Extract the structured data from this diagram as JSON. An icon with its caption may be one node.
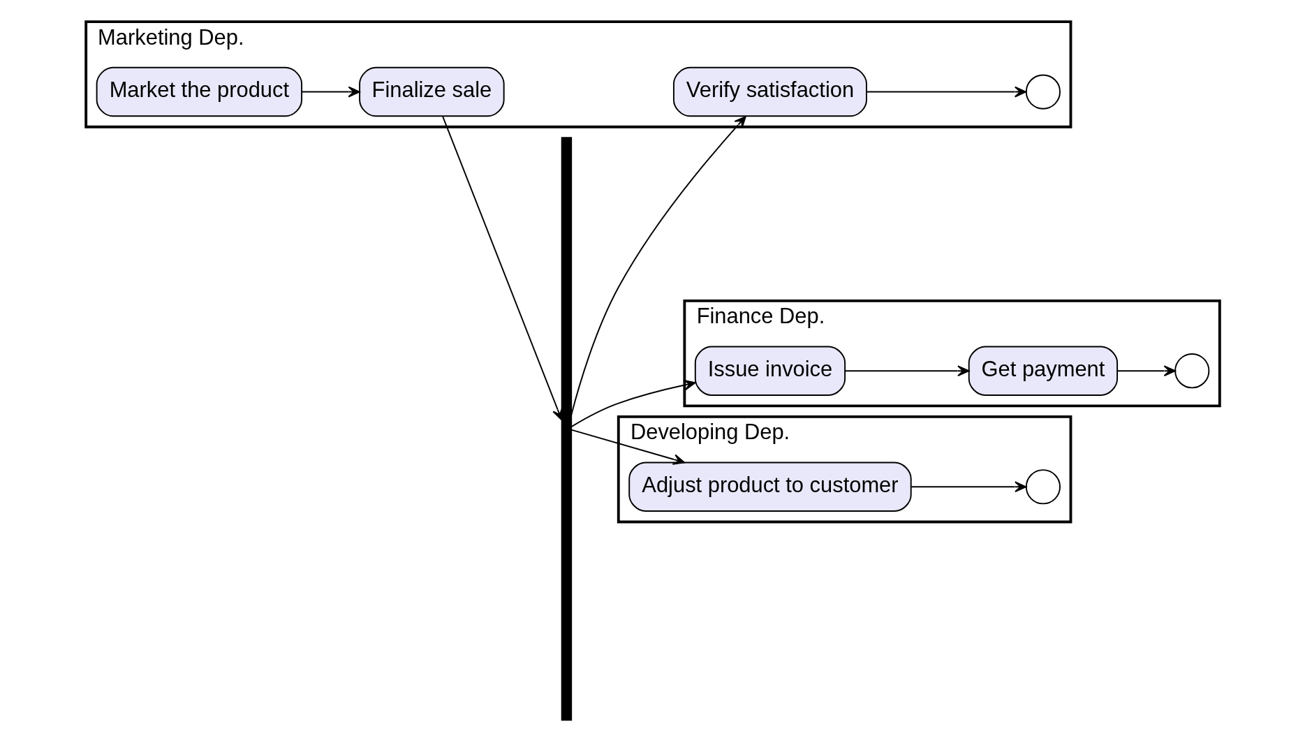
{
  "diagram": {
    "nodes": [
      {
        "text": [
          "Marketing Dep."
        ]
      },
      {
        "text": [
          "Finance Dep."
        ]
      },
      {
        "text": [
          "Developing Dep."
        ]
      },
      {
        "text": [
          "Market the product"
        ],
        "in": 0
      },
      {
        "text": [
          "Finalize sale"
        ],
        "in": 0
      },
      {
        "text": [
          "Verify satisfaction"
        ],
        "in": 0
      },
      {
        "text": [],
        "shape": "circle",
        "in": 0
      },
      {
        "text": [
          "Issue invoice"
        ],
        "in": 1
      },
      {
        "text": [
          "Get payment"
        ],
        "in": 1
      },
      {
        "text": [],
        "shape": "circle",
        "in": 1
      },
      {
        "text": [
          "Adjust product to customer"
        ],
        "in": 2
      },
      {
        "text": [],
        "shape": "circle",
        "in": 2
      },
      {
        "text": [],
        "shape": "bar"
      }
    ],
    "edges": [
      {
        "from": 3,
        "to": 4,
        "arrow": "to"
      },
      {
        "from": 4,
        "to": 12,
        "arrow": "to"
      },
      {
        "from": 12,
        "to": 5,
        "arrow": "to"
      },
      {
        "from": 5,
        "to": 6,
        "arrow": "to"
      },
      {
        "from": 12,
        "to": 7,
        "arrow": "to"
      },
      {
        "from": 7,
        "to": 8,
        "arrow": "to"
      },
      {
        "from": 8,
        "to": 9,
        "arrow": "to"
      },
      {
        "from": 12,
        "to": 10,
        "arrow": "to"
      },
      {
        "from": 10,
        "to": 11,
        "arrow": "to"
      }
    ]
  }
}
